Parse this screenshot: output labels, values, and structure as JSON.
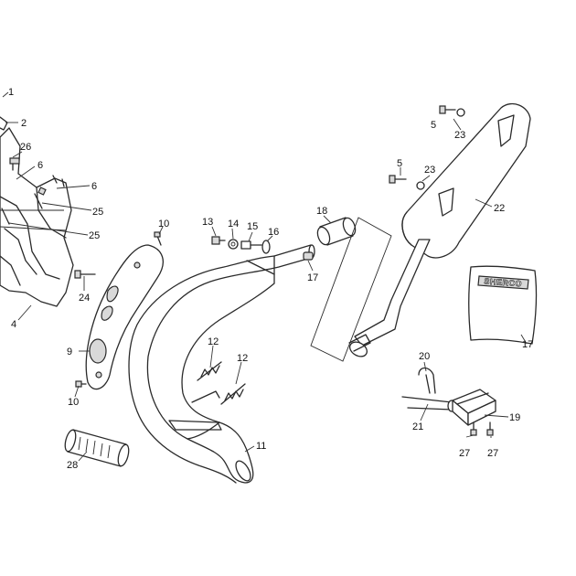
{
  "brand_label": "SHERCO",
  "callouts": {
    "c1": "1",
    "c2": "2",
    "c26": "26",
    "c6a": "6",
    "c6b": "6",
    "c25a": "25",
    "c25b": "25",
    "c24": "24",
    "c4": "4",
    "c10a": "10",
    "c9": "9",
    "c10b": "10",
    "c28": "28",
    "c13": "13",
    "c14": "14",
    "c15": "15",
    "c16": "16",
    "c18": "18",
    "c17a": "17",
    "c12a": "12",
    "c12b": "12",
    "c11": "11",
    "c5a": "5",
    "c23a": "23",
    "c5b": "5",
    "c23b": "23",
    "c22": "22",
    "c17b": "17",
    "c20": "20",
    "c19": "19",
    "c21": "21",
    "c27a": "27",
    "c27b": "27"
  }
}
